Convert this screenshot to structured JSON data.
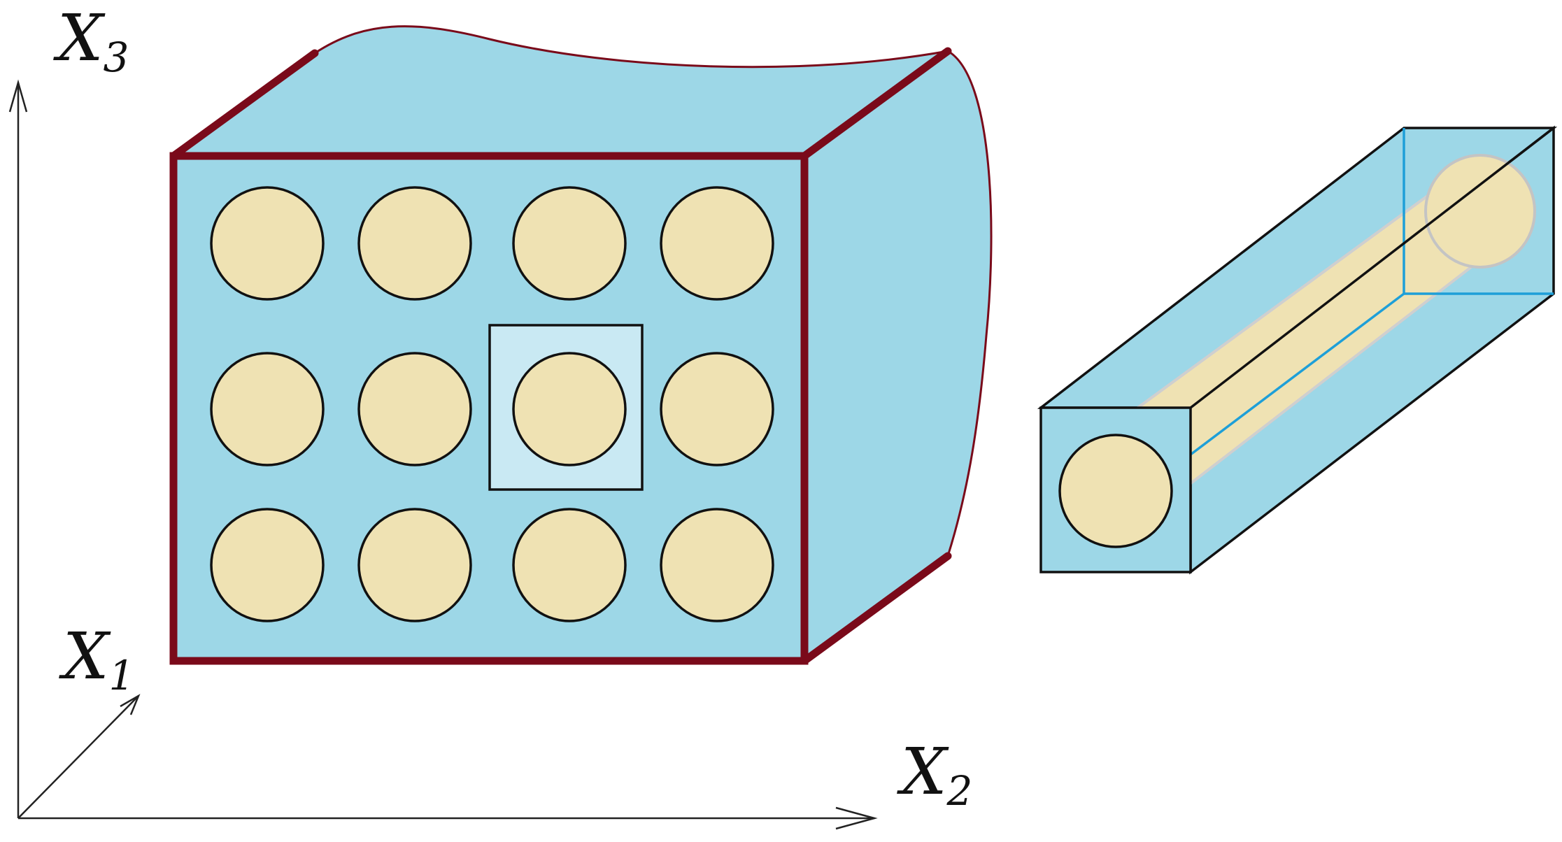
{
  "axes": {
    "x1": {
      "letter": "X",
      "sub": "1"
    },
    "x2": {
      "letter": "X",
      "sub": "2"
    },
    "x3": {
      "letter": "X",
      "sub": "3"
    }
  },
  "composite_block": {
    "fiber_rows": 3,
    "fiber_cols": 4,
    "highlighted_cell": {
      "row": 2,
      "col": 3
    }
  },
  "colors": {
    "matrix": "#9dd7e7",
    "matrix_light": "#c9e9f3",
    "fiber": "#efe2b3",
    "edge": "#7a0a1a",
    "outline": "#111111",
    "hidden_edge": "#1e9fd8"
  }
}
